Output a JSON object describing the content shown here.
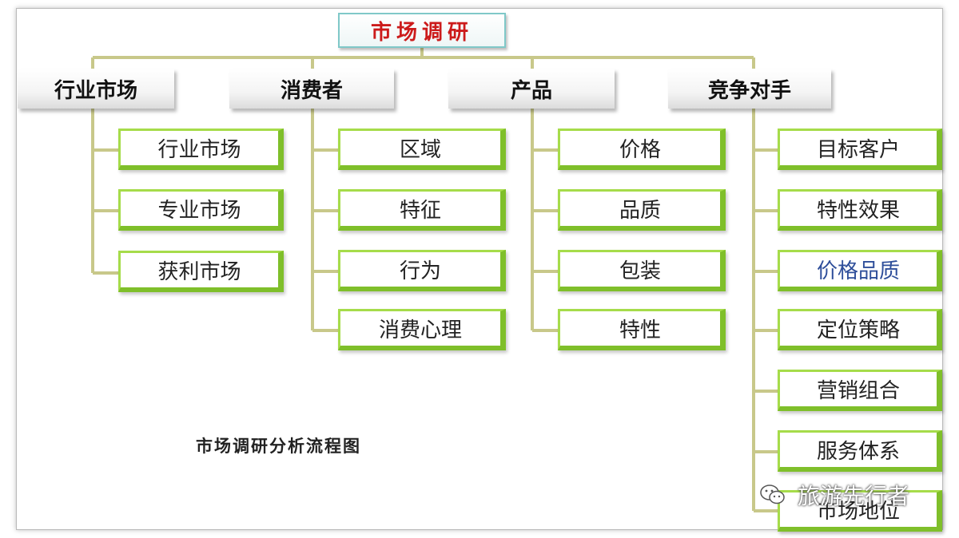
{
  "root": {
    "title": "市场调研"
  },
  "categories": [
    {
      "label": "行业市场",
      "items": [
        "行业市场",
        "专业市场",
        "获利市场"
      ]
    },
    {
      "label": "消费者",
      "items": [
        "区域",
        "特征",
        "行为",
        "消费心理"
      ]
    },
    {
      "label": "产品",
      "items": [
        "价格",
        "品质",
        "包装",
        "特性"
      ]
    },
    {
      "label": "竞争对手",
      "items": [
        "目标客户",
        "特性效果",
        "价格品质",
        "定位策略",
        "营销组合",
        "服务体系",
        "市场地位"
      ]
    }
  ],
  "caption": "市场调研分析流程图",
  "watermark": {
    "text": "旅游先行者",
    "icon": "wechat-icon"
  },
  "colors": {
    "root_text": "#cc1b1b",
    "leaf_border": "#a6dc4a",
    "connector": "#c8c88a",
    "highlight_text": "#2e4e9a"
  }
}
